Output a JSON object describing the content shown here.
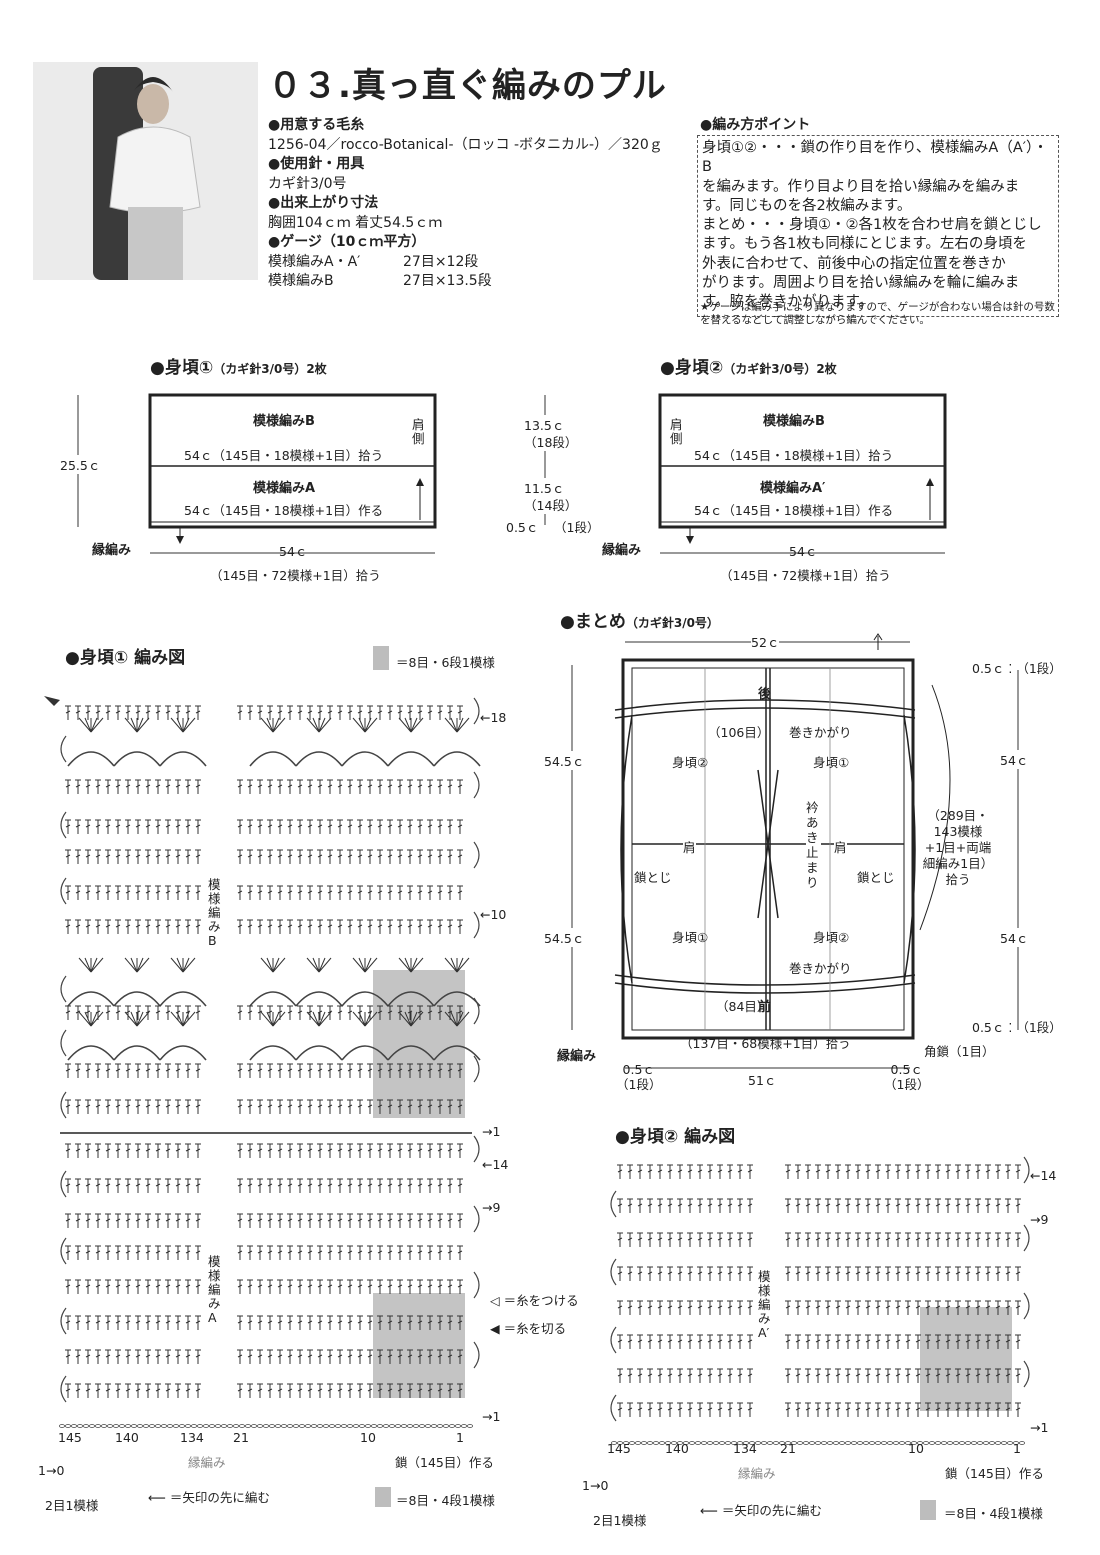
{
  "title": "０３.真っ直ぐ編みのプル",
  "materials": {
    "yarn_heading": "●用意する毛糸",
    "yarn": "1256-04／rocco-Botanical-（ロッコ -ボタニカル-）／320ｇ",
    "tools_heading": "●使用針・用具",
    "tools": "カギ針3/0号",
    "size_heading": "●出来上がり寸法",
    "size": "胸囲104ｃｍ  着丈54.5ｃｍ",
    "gauge_heading": "●ゲージ（10ｃｍ平方）",
    "gauge_rows": [
      {
        "name": "模様編みA・A′",
        "value": "27目×12段"
      },
      {
        "name": "模様編みB",
        "value": "27目×13.5段"
      }
    ]
  },
  "tips": {
    "heading": "●編み方ポイント",
    "lines": [
      "身頃①②・・・鎖の作り目を作り、模様編みA（A′）・B",
      "を編みます。作り目より目を拾い縁編みを編みま",
      "す。同じものを各2枚編みます。",
      "まとめ・・・身頃①・②各1枚を合わせ肩を鎖とじし",
      "ます。もう各1枚も同様にとじます。左右の身頃を",
      "外表に合わせて、前後中心の指定位置を巻きか",
      "がります。周囲より目を拾い縁編みを輪に編みま",
      "す。脇を巻きかがります。"
    ],
    "note": "★ゲージは編み手により異なりますので、ゲージが合わない場合は針の号数を替えるなどして調整しながら編んでください。"
  },
  "body1": {
    "heading": "●身頃①",
    "needle": "（カギ針3/0号）",
    "count": "2枚",
    "pattern_b": "模様編みB",
    "pick": "54ｃ（145目・18模様+1目）拾う",
    "pattern_a": "模様編みA",
    "make": "54ｃ（145目・18模様+1目）作る",
    "shoulder": "肩側",
    "edge": "縁編み",
    "height": "25.5ｃ",
    "width": "54ｃ",
    "width_pick": "（145目・72模様+1目）拾う"
  },
  "middle_dims": {
    "a": "13.5ｃ",
    "a_rows": "（18段）",
    "b": "11.5ｃ",
    "b_rows": "（14段）",
    "c": "0.5ｃ",
    "c_rows": "（1段）"
  },
  "body2": {
    "heading": "●身頃②",
    "needle": "（カギ針3/0号）",
    "count": "2枚",
    "pattern_b": "模様編みB",
    "pick": "54ｃ（145目・18模様+1目）拾う",
    "pattern_a": "模様編みA′",
    "make": "54ｃ（145目・18模様+1目）作る",
    "shoulder": "肩側",
    "edge": "縁編み",
    "width": "54ｃ",
    "width_pick": "（145目・72模様+1目）拾う"
  },
  "assembly": {
    "heading": "●まとめ",
    "needle": "（カギ針3/0号）",
    "top_width": "52ｃ",
    "back": "後",
    "front": "前",
    "back_stitches": "（106目）",
    "front_stitches": "（84目）",
    "whip_top": "巻きかがり",
    "whip_bottom": "巻きかがり",
    "p2_top": "身頃②",
    "p1_top": "身頃①",
    "p1_bottom": "身頃①",
    "p2_bottom": "身頃②",
    "shoulder_l": "肩",
    "shoulder_r": "肩",
    "chain_l": "鎖とじ",
    "chain_r": "鎖とじ",
    "neck": "衿あき止まり",
    "left_top": "54.5ｃ",
    "left_bottom": "54.5ｃ",
    "right_top": "54ｃ",
    "right_bottom": "54ｃ",
    "right_small_top": "0.5ｃ",
    "right_small_top_rows": "（1段）",
    "right_small_bottom": "0.5ｃ",
    "right_small_bottom_rows": "（1段）",
    "side_pick": [
      "（289目・",
      "143模様",
      "+1目+両端",
      "細編み1目）",
      "拾う"
    ],
    "edge": "縁編み",
    "bottom_pick": "（137目・68模様+1目）拾う",
    "corner": "角鎖（1目）",
    "bottom_width": "51ｃ",
    "bl": "0.5ｃ",
    "bl_rows": "（1段）",
    "br": "0.5ｃ",
    "br_rows": "（1段）"
  },
  "chart1": {
    "heading": "●身頃①  編み図",
    "legend_top": "＝8目・6段1模様",
    "label_b": "模様編みB",
    "label_a": "模様編みA",
    "row_markers": [
      "←18",
      "←10",
      "→1",
      "←14",
      "→9",
      "→1"
    ],
    "attach": "＝糸をつける",
    "cut": "＝糸を切る",
    "edge": "縁編み",
    "chain": "鎖（145目）作る",
    "stitch_nums": [
      "145",
      "140",
      "134",
      "21",
      "10",
      "1"
    ],
    "start": "1→",
    "start_num": "0",
    "repeat": "2目1模様",
    "arrow_note": "＝矢印の先に編む",
    "legend_bottom": "＝8目・4段1模様"
  },
  "chart2": {
    "heading": "●身頃②  編み図",
    "label_a": "模様編みA′",
    "row_markers": [
      "←14",
      "→9",
      "→1"
    ],
    "edge": "縁編み",
    "chain": "鎖（145目）作る",
    "stitch_nums": [
      "145",
      "140",
      "134",
      "21",
      "10",
      "1"
    ],
    "start": "1→",
    "start_num": "0",
    "repeat": "2目1模様",
    "arrow_note": "＝矢印の先に編む",
    "legend_bottom": "＝8目・4段1模様"
  }
}
